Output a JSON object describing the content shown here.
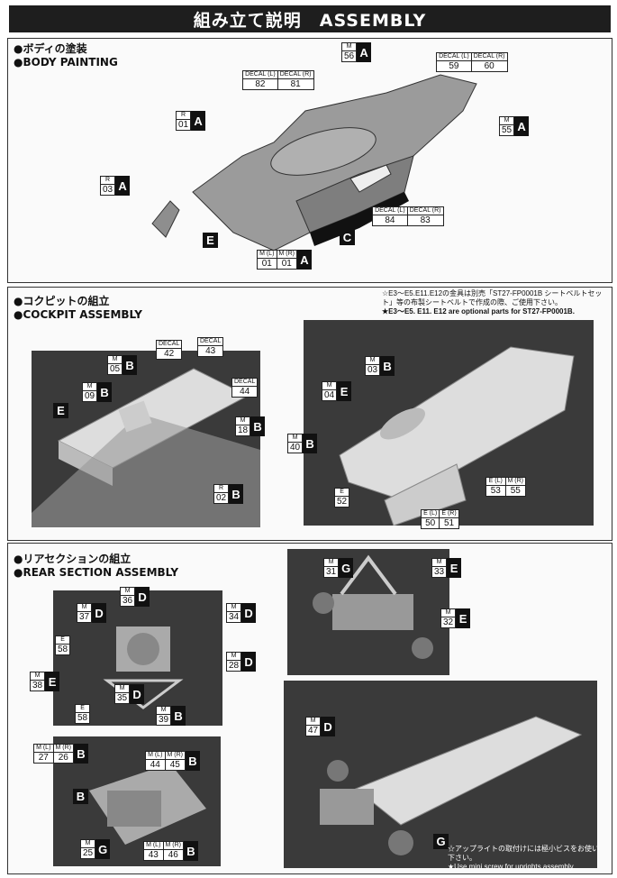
{
  "header": {
    "title": "組み立て説明　ASSEMBLY"
  },
  "sections": {
    "body": {
      "jp": "●ボディの塗装",
      "en": "●BODY PAINTING"
    },
    "cockpit": {
      "jp": "●コクピットの組立",
      "en": "●COCKPIT ASSEMBLY"
    },
    "rear": {
      "jp": "●リアセクションの組立",
      "en": "●REAR SECTION ASSEMBLY"
    }
  },
  "body_callouts": [
    {
      "t": "M",
      "n": "56",
      "tag": "A"
    },
    {
      "t": "R",
      "n": "01",
      "tag": "A"
    },
    {
      "t": "R",
      "n": "03",
      "tag": "A"
    },
    {
      "t": "M",
      "n": "55",
      "tag": "A"
    }
  ],
  "body_pairs": [
    {
      "t1": "DECAL (L)",
      "t2": "DECAL (R)",
      "n1": "82",
      "n2": "81"
    },
    {
      "t1": "DECAL (L)",
      "t2": "DECAL (R)",
      "n1": "59",
      "n2": "60"
    },
    {
      "t1": "DECAL (L)",
      "t2": "DECAL (R)",
      "n1": "84",
      "n2": "83"
    },
    {
      "t1": "M (L)",
      "t2": "M (R)",
      "n1": "01",
      "n2": "01",
      "tag": "A"
    }
  ],
  "body_tags": [
    "E",
    "C"
  ],
  "cockpit_note": {
    "jp": "☆E3～E5.E11.E12の金具は別売「ST27-FP0001B シートベルトセット」等の布製シートベルトで作成の際、ご使用下さい。",
    "en": "★E3～E5. E11. E12 are optional parts for ST27-FP0001B."
  },
  "cockpit_callouts": [
    {
      "t": "M",
      "n": "05",
      "tag": "B"
    },
    {
      "t": "M",
      "n": "09",
      "tag": "B"
    },
    {
      "t": "DECAL",
      "n": "42"
    },
    {
      "t": "DECAL",
      "n": "43"
    },
    {
      "t": "DECAL",
      "n": "44"
    },
    {
      "t": "M",
      "n": "18",
      "tag": "B"
    },
    {
      "t": "R",
      "n": "02",
      "tag": "B"
    },
    {
      "t": "M",
      "n": "03",
      "tag": "B"
    },
    {
      "t": "M",
      "n": "04",
      "tag": "E"
    },
    {
      "t": "M",
      "n": "40",
      "tag": "B"
    },
    {
      "t": "E",
      "n": "52"
    }
  ],
  "cockpit_pairs": [
    {
      "t1": "E (L)",
      "t2": "M (R)",
      "n1": "53",
      "n2": "55"
    },
    {
      "t1": "E (L)",
      "t2": "E (R)",
      "n1": "50",
      "n2": "51"
    }
  ],
  "cockpit_tags": [
    "E"
  ],
  "rear_callouts": [
    {
      "t": "M",
      "n": "36",
      "tag": "D"
    },
    {
      "t": "M",
      "n": "37",
      "tag": "D"
    },
    {
      "t": "M",
      "n": "34",
      "tag": "D"
    },
    {
      "t": "E",
      "n": "58"
    },
    {
      "t": "M",
      "n": "28",
      "tag": "D"
    },
    {
      "t": "M",
      "n": "38",
      "tag": "E"
    },
    {
      "t": "M",
      "n": "35",
      "tag": "D"
    },
    {
      "t": "E",
      "n": "58"
    },
    {
      "t": "M",
      "n": "39",
      "tag": "B"
    },
    {
      "t": "M",
      "n": "31",
      "tag": "G"
    },
    {
      "t": "M",
      "n": "33",
      "tag": "E"
    },
    {
      "t": "M",
      "n": "32",
      "tag": "E"
    },
    {
      "t": "M",
      "n": "47",
      "tag": "D"
    },
    {
      "t": "M",
      "n": "25",
      "tag": "G"
    }
  ],
  "rear_pairs": [
    {
      "t1": "M (L)",
      "t2": "M (R)",
      "n1": "27",
      "n2": "26",
      "tag": "B"
    },
    {
      "t1": "M (L)",
      "t2": "M (R)",
      "n1": "44",
      "n2": "45",
      "tag": "B"
    },
    {
      "t1": "M (L)",
      "t2": "M (R)",
      "n1": "43",
      "n2": "46",
      "tag": "B"
    }
  ],
  "rear_tags": [
    "B",
    "G"
  ],
  "rear_note": {
    "jp": "☆アップライトの取付けには極小ビスをお使い下さい。",
    "en": "★Use mini screw for uprights assembly."
  }
}
